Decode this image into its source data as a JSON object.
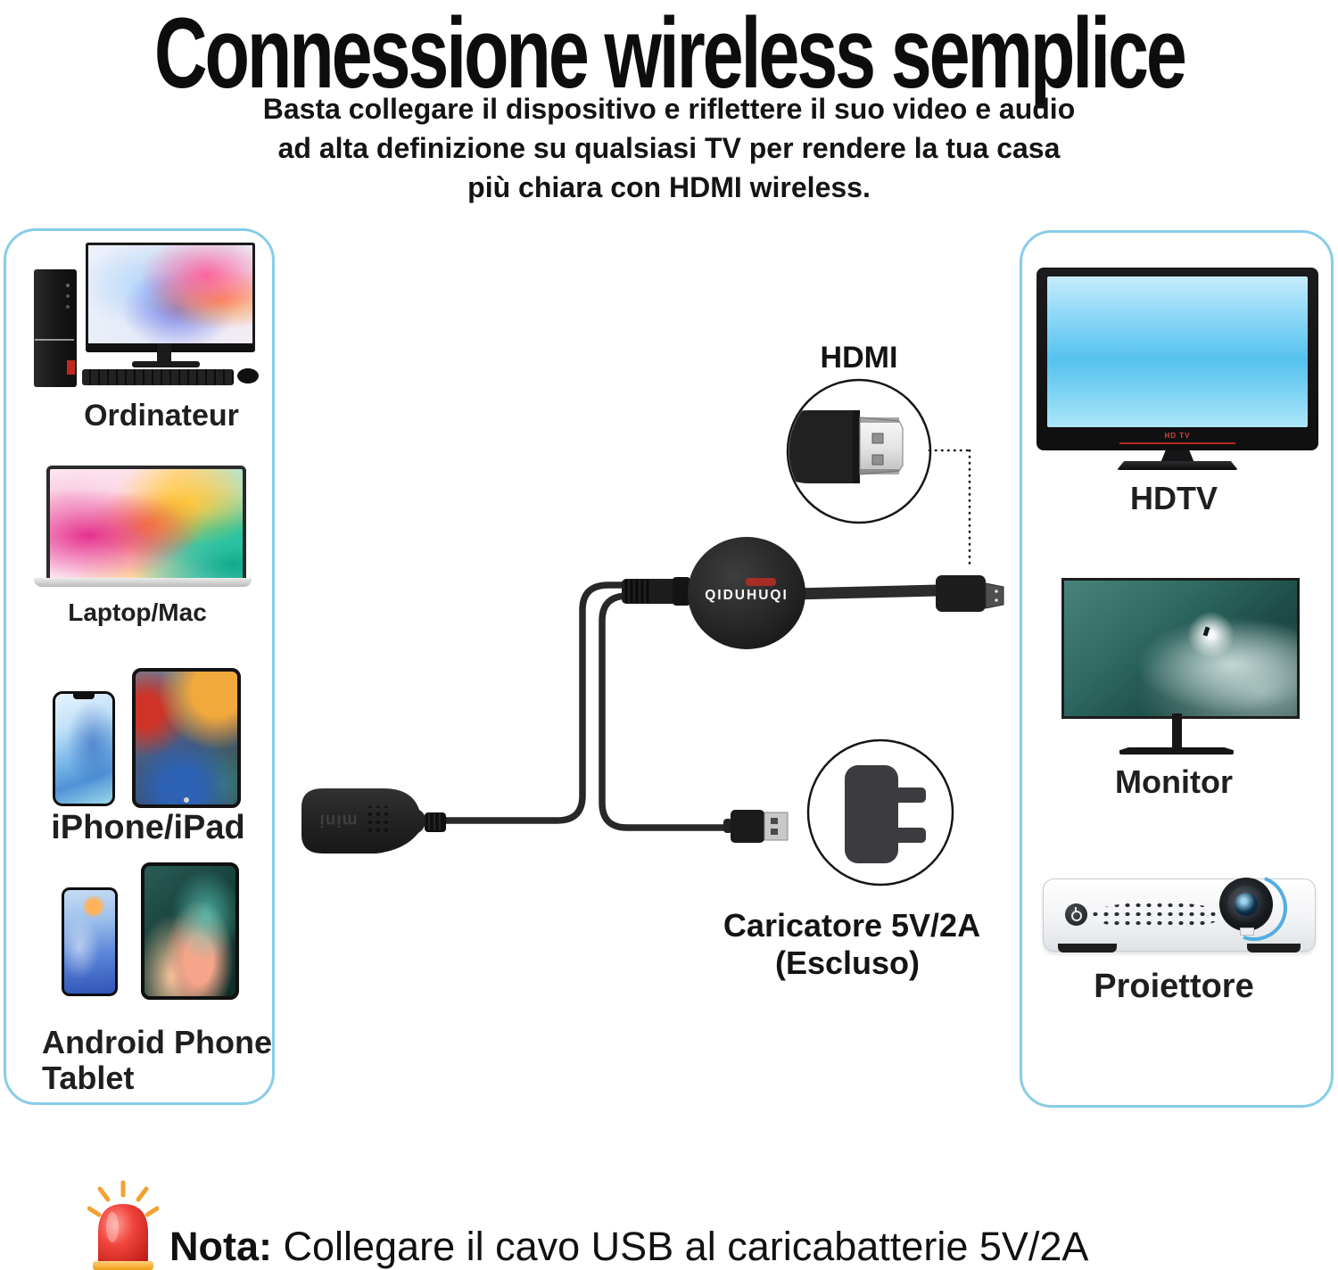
{
  "page": {
    "title": "Connessione wireless semplice",
    "subtitle_line1": "Basta collegare il dispositivo e riflettere il suo video e audio",
    "subtitle_line2": "ad alta definizione su qualsiasi TV per rendere la tua casa",
    "subtitle_line3": "più chiara con HDMI wireless."
  },
  "source_devices": {
    "desktop_label": "Ordinateur",
    "laptop_label": "Laptop/Mac",
    "apple_label": "iPhone/iPad",
    "android_label_line1": "Android Phone",
    "android_label_line2": "Tablet"
  },
  "diagram": {
    "hdmi_callout_label": "HDMI",
    "dongle_brand": "QIDUHUQI",
    "adapter_embossed": "mini",
    "charger_line1": "Caricatore 5V/2A",
    "charger_line2": "(Escluso)"
  },
  "display_devices": {
    "tv_label": "HDTV",
    "tv_screen_logo": "HD TV",
    "monitor_label": "Monitor",
    "projector_label": "Proiettore"
  },
  "note": {
    "prefix": "Nota:",
    "text": " Collegare il cavo USB al caricabatterie 5V/2A"
  },
  "colors": {
    "panel_border": "#87cde7",
    "text": "#1c1c1c",
    "alert_red": "#e62e2a",
    "ray_orange": "#f2a233",
    "tv_logo_red": "#e04038"
  }
}
